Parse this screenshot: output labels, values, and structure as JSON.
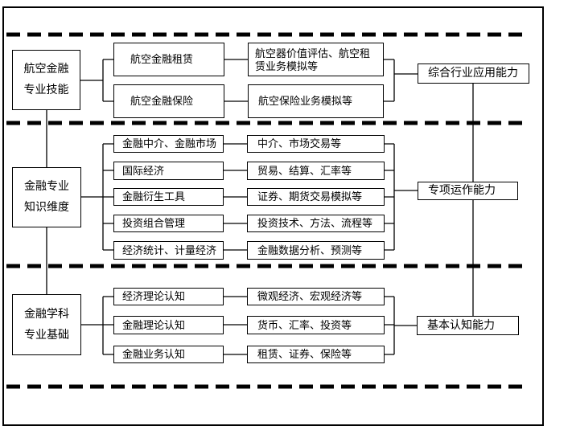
{
  "diagram": {
    "colors": {
      "line": "#000000",
      "background": "#ffffff",
      "box_border": "#000000",
      "text": "#000000"
    },
    "sections": [
      {
        "left_box": {
          "line1": "航空金融",
          "line2": "专业技能"
        },
        "rows": [
          {
            "course": "航空金融租赁",
            "content": "航空器价值评估、航空租赁业务模拟等"
          },
          {
            "course": "航空金融保险",
            "content": "航空保险业务模拟等"
          }
        ],
        "ability": "综合行业应用能力"
      },
      {
        "left_box": {
          "line1": "金融专业",
          "line2": "知识维度"
        },
        "rows": [
          {
            "course": "金融中介、金融市场",
            "content": "中介、市场交易等"
          },
          {
            "course": "国际经济",
            "content": "贸易、结算、汇率等"
          },
          {
            "course": "金融衍生工具",
            "content": "证券、期货交易模拟等"
          },
          {
            "course": "投资组合管理",
            "content": "投资技术、方法、流程等"
          },
          {
            "course": "经济统计、计量经济",
            "content": "金融数据分析、预测等"
          }
        ],
        "ability": "专项运作能力"
      },
      {
        "left_box": {
          "line1": "金融学科",
          "line2": "专业基础"
        },
        "rows": [
          {
            "course": "经济理论认知",
            "content": "微观经济、宏观经济等"
          },
          {
            "course": "金融理论认知",
            "content": "货币、汇率、投资等"
          },
          {
            "course": "金融业务认知",
            "content": "租赁、证券、保险等"
          }
        ],
        "ability": "基本认知能力"
      }
    ]
  }
}
